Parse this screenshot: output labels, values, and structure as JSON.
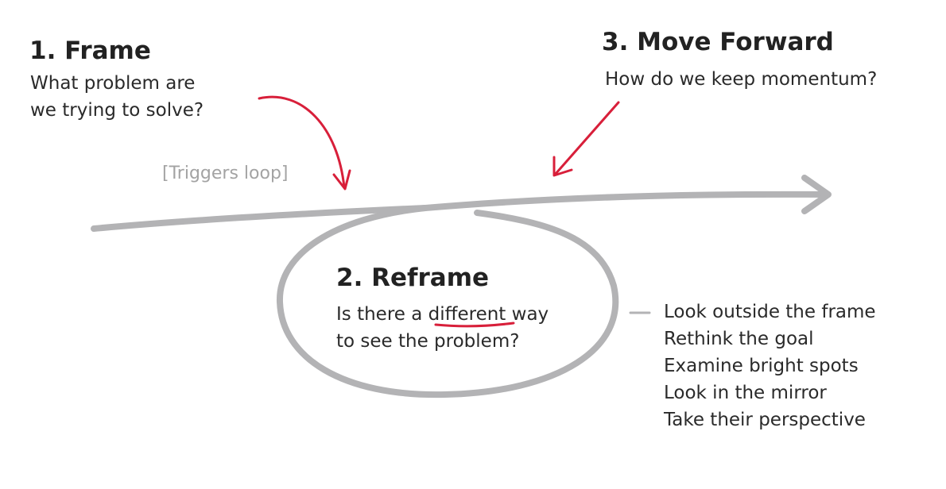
{
  "frame": {
    "heading": "1. Frame",
    "question_line1": "What problem are",
    "question_line2": "we trying to solve?"
  },
  "move_forward": {
    "heading": "3. Move Forward",
    "question": "How do we keep momentum?"
  },
  "trigger": {
    "label": "[Triggers loop]"
  },
  "reframe": {
    "heading": "2. Reframe",
    "line1_before": "Is there a ",
    "line1_highlight": "different",
    "line1_after": " way",
    "line2": "to see the problem?"
  },
  "strategies": {
    "items": [
      "Look outside the frame",
      "Rethink the goal",
      "Examine bright spots",
      "Look in the mirror",
      "Take their perspective"
    ]
  },
  "colors": {
    "loop_gray": "#b3b3b5",
    "accent_red": "#d81f3a",
    "text_dark": "#222222",
    "trigger_gray": "#a3a3a3"
  }
}
